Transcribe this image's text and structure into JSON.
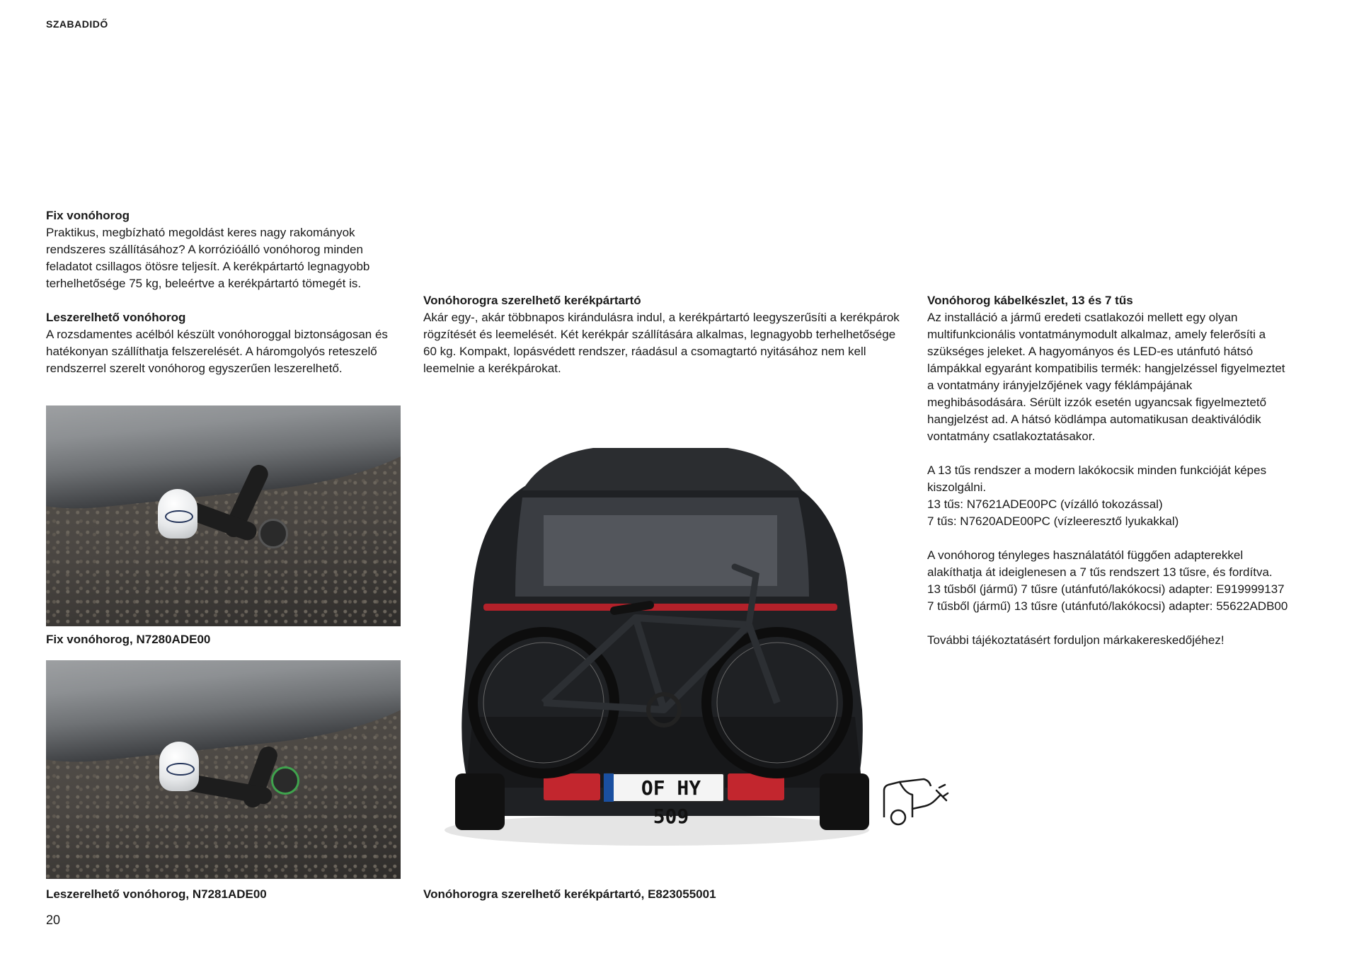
{
  "section_label": "SZABADIDŐ",
  "page_number": "20",
  "col1": {
    "fix": {
      "title": "Fix vonóhorog",
      "text": "Praktikus, megbízható megoldást keres nagy rakományok rendszeres szállításához? A korrózióálló vonóhorog minden feladatot csillagos ötösre teljesít. A kerékpártartó legnagyobb terhelhetősége 75 kg, beleértve a kerékpártartó tömegét is."
    },
    "removable": {
      "title": "Leszerelhető vonóhorog",
      "text": "A rozsdamentes acélból készült vonóhoroggal biztonságosan és hatékonyan szállíthatja felszerelését. A háromgolyós reteszelő rendszerrel szerelt vonóhorog egyszerűen leszerelhető."
    },
    "caption_fix": "Fix vonóhorog, N7280ADE00",
    "caption_removable": "Leszerelhető vonóhorog, N7281ADE00"
  },
  "col2": {
    "title": "Vonóhorogra szerelhető kerékpártartó",
    "text": "Akár egy-, akár többnapos kirándulásra indul, a kerékpártartó leegyszerűsíti a kerékpárok rögzítését és leemelését. Két kerékpár szállítására alkalmas, legnagyobb terhelhetősége 60 kg. Kompakt, lopásvédett rendszer, ráadásul a csomagtartó nyitásához nem kell leemelnie a kerékpárokat.",
    "caption": "Vonóhorogra szerelhető kerékpártartó, E823055001",
    "plate_text": "OF HY 509"
  },
  "col3": {
    "title": "Vonóhorog kábelkészlet, 13 és 7 tűs",
    "p1": "Az installáció a jármű eredeti csatlakozói mellett egy olyan multifunkcionális vontatmánymodult alkalmaz, amely felerősíti a szükséges jeleket. A hagyományos és LED-es utánfutó hátsó lámpákkal egyaránt kompatibilis termék: hangjelzéssel figyelmeztet a vontatmány irányjelzőjének vagy féklámpájának meghibásodására. Sérült izzók esetén ugyancsak figyelmeztető hangjelzést ad. A hátsó ködlámpa automatikusan deaktiválódik vontatmány csatlakoztatásakor.",
    "p2": [
      "A 13 tűs rendszer a modern lakókocsik minden funkcióját képes kiszolgálni.",
      "13 tűs: N7621ADE00PC (vízálló tokozással)",
      "7 tűs: N7620ADE00PC (vízleeresztő lyukakkal)"
    ],
    "p3": [
      "A vonóhorog tényleges használatától függően adapterekkel alakíthatja át ideiglenesen a 7 tűs rendszert 13 tűsre, és fordítva.",
      "13 tűsből (jármű) 7 tűsre (utánfutó/lakókocsi) adapter: E919999137",
      "7 tűsből (jármű) 13 tűsre (utánfutó/lakókocsi) adapter: 55622ADB00"
    ],
    "p4": "További tájékoztatásért forduljon márkakereskedőjéhez!"
  },
  "icons": {
    "hitch_wiring": "towing-wiring-icon"
  }
}
